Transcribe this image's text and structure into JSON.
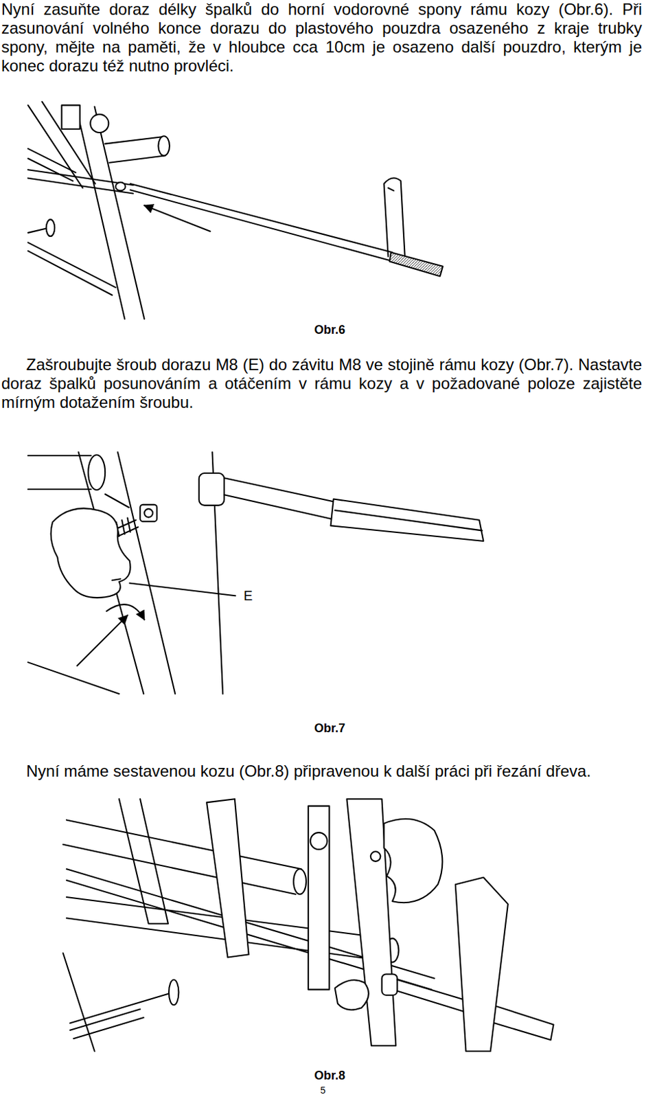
{
  "diagram": {
    "labels": [
      "Nyní zasuňte doraz délky špalků do horní vodorovné spony rámu kozy (Obr.6). Při zasunování volného konce dorazu do plastového pouzdra osazeného z kraje trubky spony, mějte na paměti, že v hloubce cca 10cm je osazeno další pouzdro, kterým je konec dorazu též nutno provléci.",
      "Obr.6",
      "Zašroubujte šroub dorazu M8 (E) do závitu M8 ve stojině rámu kozy (Obr.7). Nastavte doraz špalků posunováním a otáčením v rámu kozy a v požadované poloze zajistěte mírným dotažením šroubu.",
      "E",
      "Obr.7",
      "Nyní máme sestavenou kozu (Obr.8) připravenou k další práci při řezání dřeva.",
      "Obr.8",
      "5"
    ]
  }
}
